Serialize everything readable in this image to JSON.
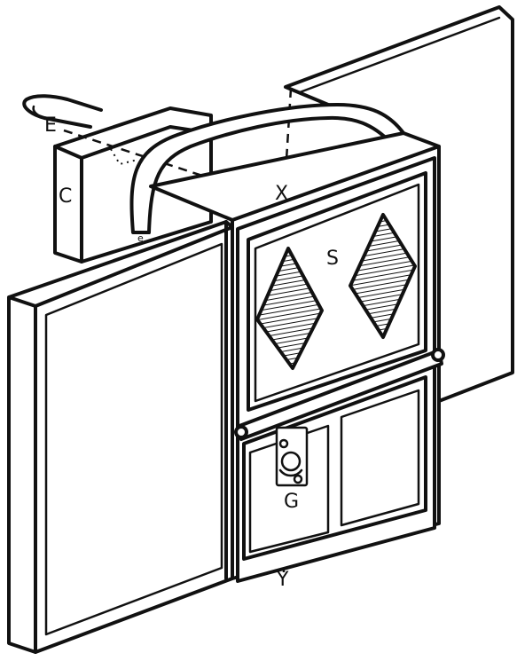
{
  "labels": {
    "e": "E",
    "c": "C",
    "x": "X",
    "s": "S",
    "g": "G",
    "y": "Y",
    "small_e": "e"
  },
  "colors": {
    "ink": "#111111",
    "paper": "#ffffff"
  }
}
